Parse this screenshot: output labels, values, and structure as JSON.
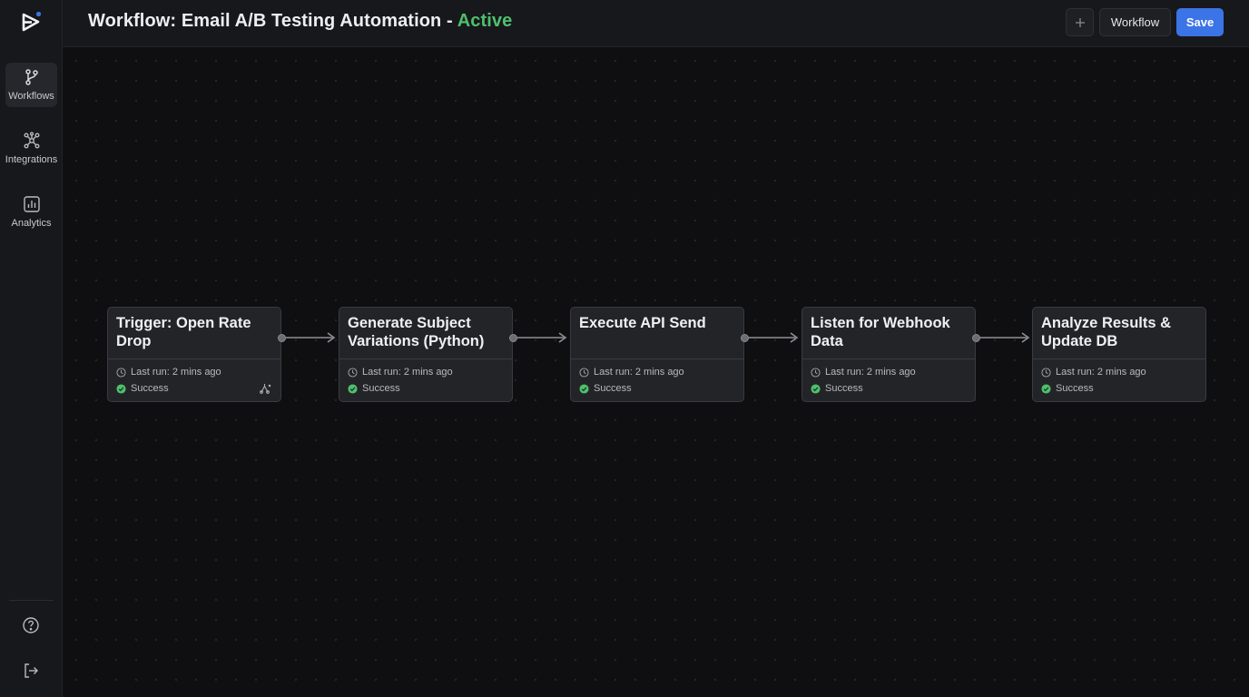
{
  "app": {
    "title_prefix": "Workflow: Email A/B Testing Automation -",
    "status": "Active",
    "status_color": "#4fbf6e",
    "accent_color": "#3b74e6"
  },
  "sidebar": {
    "items": [
      {
        "label": "Workflows",
        "icon": "git-branch-icon",
        "active": true
      },
      {
        "label": "Integrations",
        "icon": "network-icon",
        "active": false
      },
      {
        "label": "Analytics",
        "icon": "bar-chart-icon",
        "active": false
      }
    ],
    "bottom": [
      {
        "icon": "help-icon"
      },
      {
        "icon": "logout-icon"
      }
    ]
  },
  "toolbar": {
    "add_icon": "plus-icon",
    "workflow_label": "Workflow",
    "save_label": "Save"
  },
  "nodes": [
    {
      "title": "Trigger: Open Rate Drop",
      "last_run": "Last run: 2 mins ago",
      "status": "Success",
      "extra_icon": "branch-icon"
    },
    {
      "title": "Generate Subject Variations (Python)",
      "last_run": "Last run: 2 mins ago",
      "status": "Success"
    },
    {
      "title": "Execute API Send",
      "last_run": "Last run: 2 mins ago",
      "status": "Success"
    },
    {
      "title": "Listen for Webhook Data",
      "last_run": "Last run: 2 mins ago",
      "status": "Success"
    },
    {
      "title": "Analyze Results & Update DB",
      "last_run": "Last run: 2 mins ago",
      "status": "Success"
    }
  ]
}
